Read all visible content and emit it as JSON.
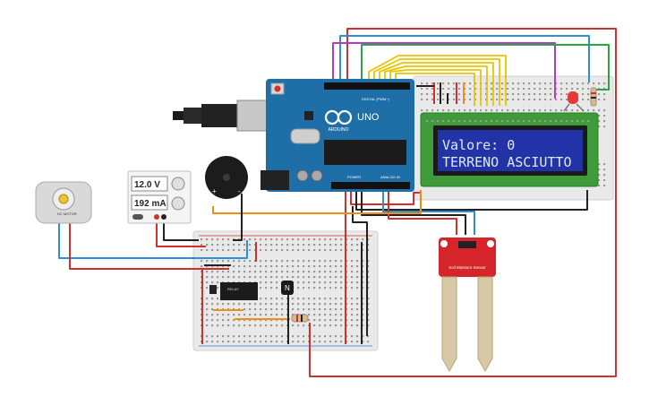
{
  "lcd": {
    "line1": "Valore: 0",
    "line2": "TERRENO ASCIUTTO"
  },
  "power_supply": {
    "voltage": "12.0 V",
    "current": "192 mA"
  },
  "arduino": {
    "brand": "ARDUINO",
    "model": "UNO",
    "digital_label": "DIGITAL (PWM~)",
    "power_label": "POWER",
    "analog_label": "ANALOG IN"
  },
  "soil_sensor": {
    "label": "Soil Moisture Sensor"
  },
  "relay": {
    "label": "RELAY"
  },
  "transistor": {
    "label": "N"
  },
  "motor": {
    "label": "DC MOTOR"
  },
  "colors": {
    "arduino_blue": "#1e6fa8",
    "lcd_pcb": "#3f9a3a",
    "lcd_screen": "#2233a8",
    "sensor_red": "#d6252a",
    "wire_red": "#d32f2f",
    "wire_black": "#222222",
    "wire_orange": "#f08c1a",
    "wire_yellow": "#e8c400",
    "wire_blue": "#2f8fd6",
    "wire_green": "#28a745",
    "wire_purple": "#b03cc0"
  }
}
